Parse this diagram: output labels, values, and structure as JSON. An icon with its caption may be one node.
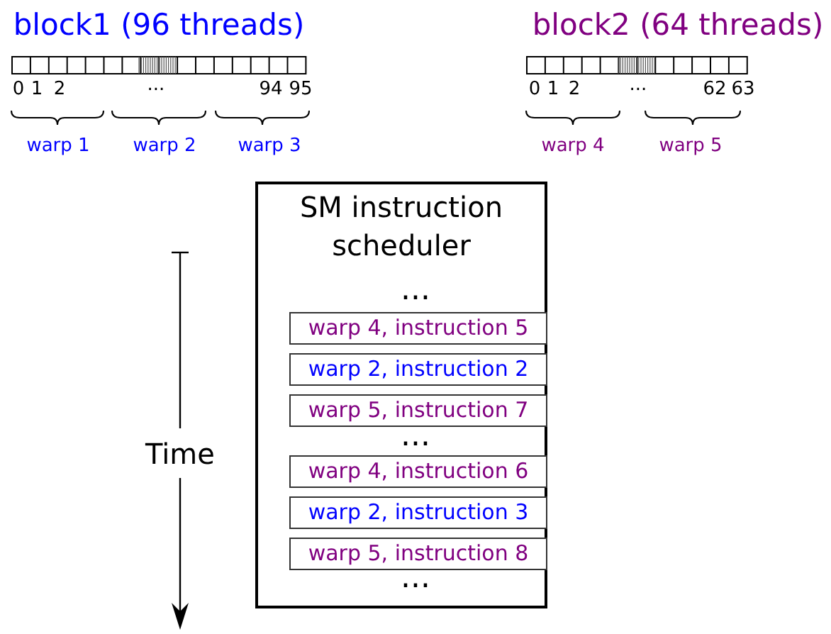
{
  "diagram": {
    "nodes": [
      {
        "text": [
          "SM instruction scheduler"
        ]
      },
      {
        "text": [
          "warp 4, instruction 5"
        ],
        "in": 0
      },
      {
        "text": [
          "warp 2, instruction 2"
        ],
        "in": 0
      },
      {
        "text": [
          "warp 5, instruction 7"
        ],
        "in": 0
      },
      {
        "text": [
          "warp 4, instruction 6"
        ],
        "in": 0
      },
      {
        "text": [
          "warp 2, instruction 3"
        ],
        "in": 0
      },
      {
        "text": [
          "warp 5, instruction 8"
        ],
        "in": 0
      }
    ],
    "labels": [
      "block1 (96 threads)",
      "0",
      "1",
      "2",
      "...",
      "94",
      "95",
      "warp 1",
      "warp 2",
      "warp 3",
      "block2 (64 threads)",
      "0",
      "1",
      "2",
      "...",
      "62",
      "63",
      "warp 4",
      "warp 5",
      "Time",
      "...",
      "...",
      "..."
    ]
  }
}
